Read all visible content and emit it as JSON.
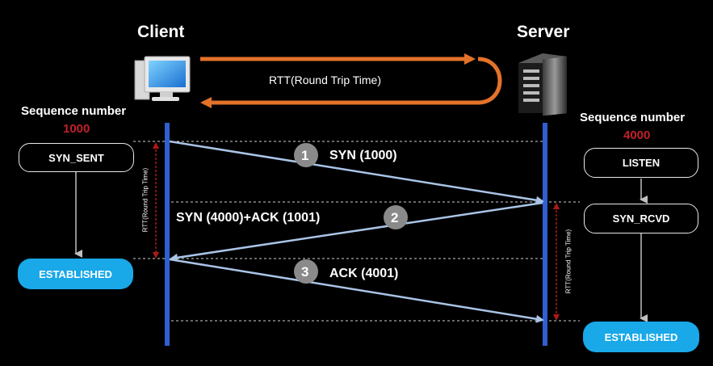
{
  "client_title": "Client",
  "server_title": "Server",
  "rtt_top_label": "RTT(Round Trip Time)",
  "rtt_side_label": "RTT(Round Trip Time)",
  "client_seq": {
    "label": "Sequence number",
    "value": "1000"
  },
  "server_seq": {
    "label": "Sequence number",
    "value": "4000"
  },
  "client_states": [
    "SYN_SENT",
    "ESTABLISHED"
  ],
  "server_states": [
    "LISTEN",
    "SYN_RCVD",
    "ESTABLISHED"
  ],
  "messages": [
    {
      "step": "1",
      "label": "SYN (1000)"
    },
    {
      "step": "2",
      "label": "SYN (4000)+ACK (1001)"
    },
    {
      "step": "3",
      "label": "ACK (4001)"
    }
  ],
  "colors": {
    "background": "#000000",
    "timeline": "#2f5fd0",
    "message_arrow": "#a9c4e6",
    "rtt_arrow": "#e3722a",
    "established": "#19a8e8",
    "seq_number": "#c0202a",
    "step_badge": "#8a8a8a",
    "rtt_bracket": "#b01818"
  }
}
